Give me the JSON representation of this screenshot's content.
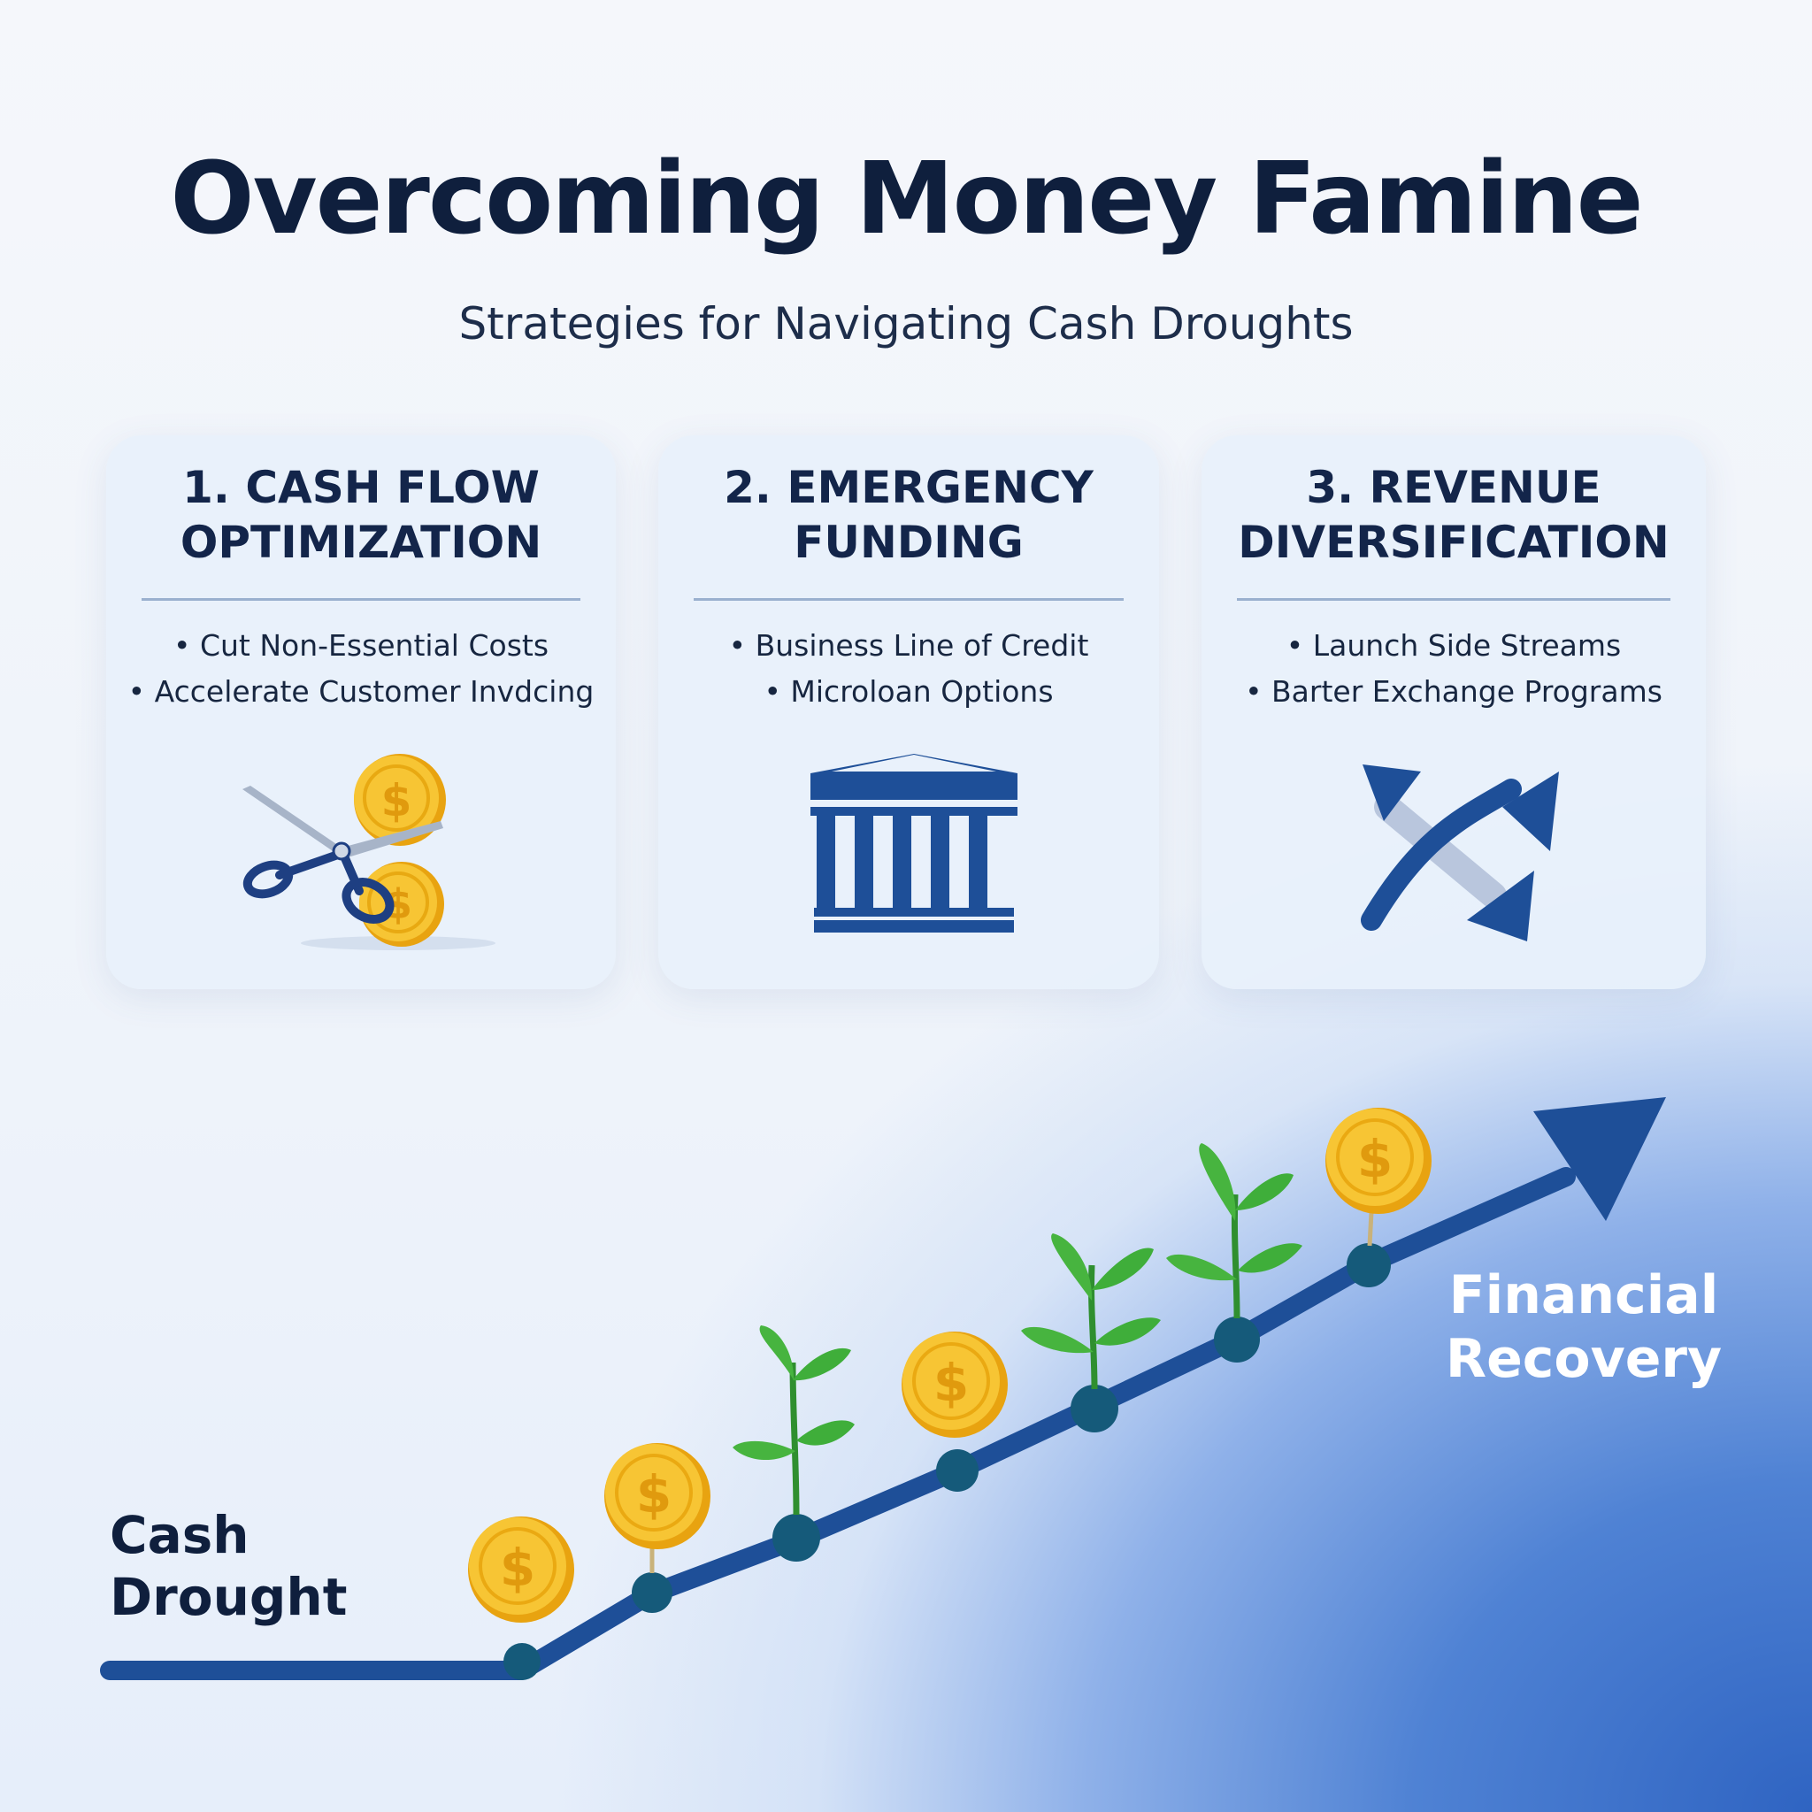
{
  "header": {
    "title": "Overcoming Money Famine",
    "subtitle": "Strategies for Navigating Cash Droughts"
  },
  "cards": [
    {
      "title": "1. CASH FLOW\nOPTIMIZATION",
      "items": [
        "Cut Non-Essential Costs",
        "Accelerate Customer Invdcing"
      ],
      "icon": "scissors-cutting-coins-icon"
    },
    {
      "title": "2. EMERGENCY\nFUNDING",
      "items": [
        "Business Line of Credit",
        "Microloan Options"
      ],
      "icon": "bank-building-icon"
    },
    {
      "title": "3. REVENUE\nDIVERSIFICATION",
      "items": [
        "Launch Side Streams",
        "Barter Exchange Programs"
      ],
      "icon": "crossing-arrows-icon"
    }
  ],
  "growth": {
    "start_label": "Cash\nDrought",
    "end_label": "Financial\nRecovery",
    "milestones": [
      "coin",
      "coin",
      "sprout",
      "coin",
      "sprout",
      "sprout",
      "coin"
    ]
  },
  "colors": {
    "navy": "#0f1f3d",
    "accent_blue": "#1e4f98",
    "coin_gold": "#f5b71f",
    "leaf_green": "#3fae3a",
    "node_teal": "#155a7a"
  }
}
